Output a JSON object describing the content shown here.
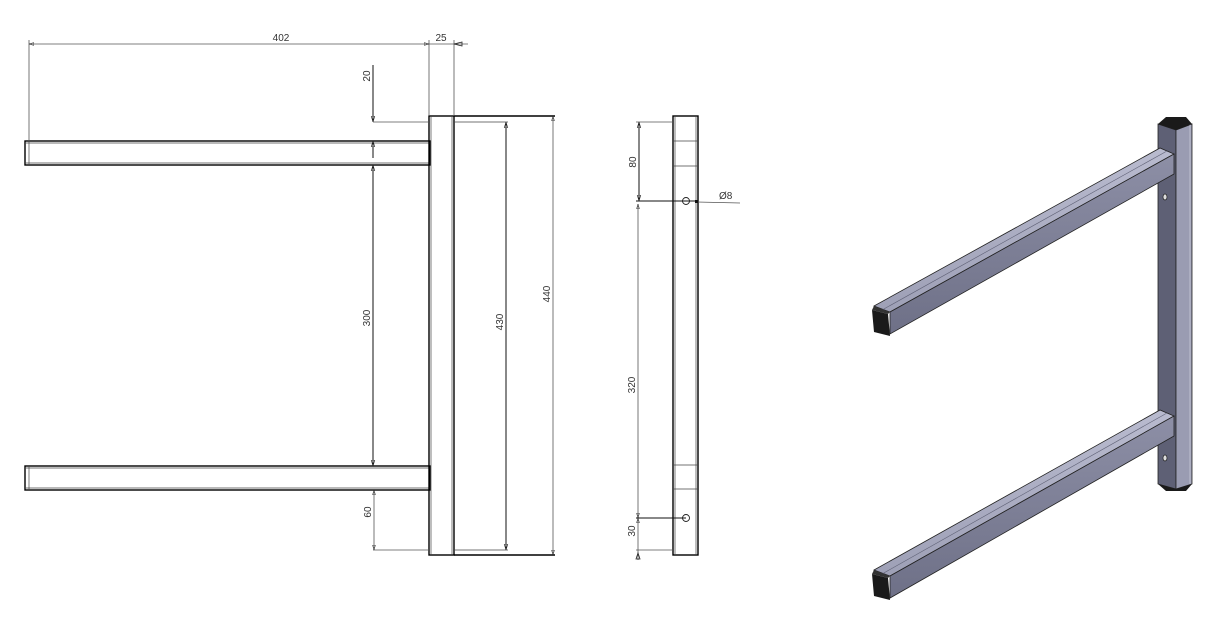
{
  "drawing": {
    "units": "mm",
    "front_view": {
      "dimensions": {
        "arm_length": "402",
        "post_width": "25",
        "top_offset": "20",
        "arm_spacing": "300",
        "bottom_offset": "60",
        "inner_height": "430",
        "overall_height": "440"
      }
    },
    "side_view": {
      "dimensions": {
        "top_hole_offset": "80",
        "hole_diameter": "Ø8",
        "hole_spacing": "320",
        "bottom_hole_offset": "30"
      }
    },
    "iso_view": {
      "colors": {
        "steel_light": "#a9abc0",
        "steel_mid": "#8a8ca3",
        "steel_dark": "#5e6075",
        "end_cap": "#1a1a1a"
      }
    }
  }
}
